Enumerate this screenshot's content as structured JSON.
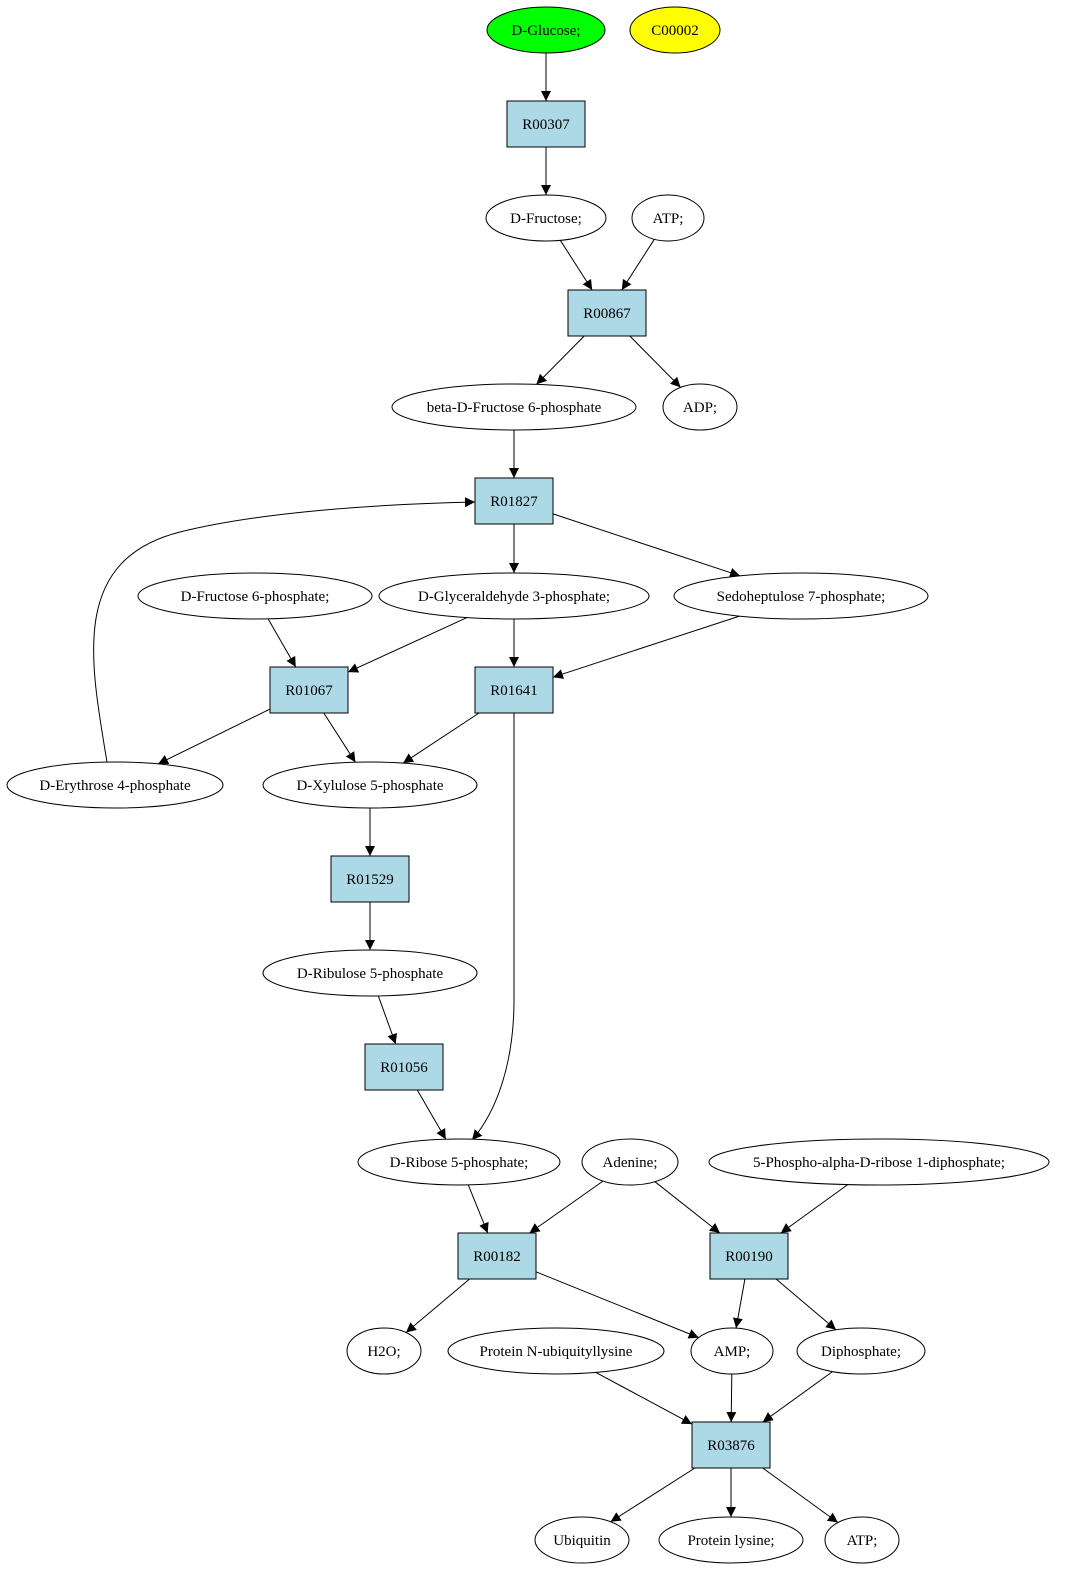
{
  "nodes": {
    "glucose": {
      "label": "D-Glucose;",
      "kind": "compound",
      "fill": "#00ff00"
    },
    "c00002": {
      "label": "C00002",
      "kind": "compound",
      "fill": "#ffff00"
    },
    "r00307": {
      "label": "R00307",
      "kind": "reaction"
    },
    "fructose": {
      "label": "D-Fructose;",
      "kind": "compound"
    },
    "atp1": {
      "label": "ATP;",
      "kind": "compound"
    },
    "r00867": {
      "label": "R00867",
      "kind": "reaction"
    },
    "bdf6p": {
      "label": "beta-D-Fructose 6-phosphate",
      "kind": "compound"
    },
    "adp": {
      "label": "ADP;",
      "kind": "compound"
    },
    "r01827": {
      "label": "R01827",
      "kind": "reaction"
    },
    "df6p": {
      "label": "D-Fructose 6-phosphate;",
      "kind": "compound"
    },
    "g3p": {
      "label": "D-Glyceraldehyde 3-phosphate;",
      "kind": "compound"
    },
    "s7p": {
      "label": "Sedoheptulose 7-phosphate;",
      "kind": "compound"
    },
    "r01067": {
      "label": "R01067",
      "kind": "reaction"
    },
    "r01641": {
      "label": "R01641",
      "kind": "reaction"
    },
    "e4p": {
      "label": "D-Erythrose 4-phosphate",
      "kind": "compound"
    },
    "x5p": {
      "label": "D-Xylulose 5-phosphate",
      "kind": "compound"
    },
    "r01529": {
      "label": "R01529",
      "kind": "reaction"
    },
    "ru5p": {
      "label": "D-Ribulose 5-phosphate",
      "kind": "compound"
    },
    "r01056": {
      "label": "R01056",
      "kind": "reaction"
    },
    "r5p": {
      "label": "D-Ribose 5-phosphate;",
      "kind": "compound"
    },
    "adenine": {
      "label": "Adenine;",
      "kind": "compound"
    },
    "prpp": {
      "label": "5-Phospho-alpha-D-ribose 1-diphosphate;",
      "kind": "compound"
    },
    "r00182": {
      "label": "R00182",
      "kind": "reaction"
    },
    "r00190": {
      "label": "R00190",
      "kind": "reaction"
    },
    "h2o": {
      "label": "H2O;",
      "kind": "compound"
    },
    "pnub": {
      "label": "Protein N-ubiquityllysine",
      "kind": "compound"
    },
    "amp": {
      "label": "AMP;",
      "kind": "compound"
    },
    "ppi": {
      "label": "Diphosphate;",
      "kind": "compound"
    },
    "r03876": {
      "label": "R03876",
      "kind": "reaction"
    },
    "ubiquitin": {
      "label": "Ubiquitin",
      "kind": "compound"
    },
    "plys": {
      "label": "Protein lysine;",
      "kind": "compound"
    },
    "atp2": {
      "label": "ATP;",
      "kind": "compound"
    }
  },
  "edges": [
    [
      "glucose",
      "r00307"
    ],
    [
      "r00307",
      "fructose"
    ],
    [
      "fructose",
      "r00867"
    ],
    [
      "atp1",
      "r00867"
    ],
    [
      "r00867",
      "bdf6p"
    ],
    [
      "r00867",
      "adp"
    ],
    [
      "bdf6p",
      "r01827"
    ],
    [
      "e4p",
      "r01827"
    ],
    [
      "r01827",
      "g3p"
    ],
    [
      "r01827",
      "s7p"
    ],
    [
      "df6p",
      "r01067"
    ],
    [
      "g3p",
      "r01067"
    ],
    [
      "g3p",
      "r01641"
    ],
    [
      "s7p",
      "r01641"
    ],
    [
      "r01067",
      "e4p"
    ],
    [
      "r01067",
      "x5p"
    ],
    [
      "r01641",
      "x5p"
    ],
    [
      "r01641",
      "r5p"
    ],
    [
      "x5p",
      "r01529"
    ],
    [
      "r01529",
      "ru5p"
    ],
    [
      "ru5p",
      "r01056"
    ],
    [
      "r01056",
      "r5p"
    ],
    [
      "r5p",
      "r00182"
    ],
    [
      "adenine",
      "r00182"
    ],
    [
      "adenine",
      "r00190"
    ],
    [
      "prpp",
      "r00190"
    ],
    [
      "r00182",
      "h2o"
    ],
    [
      "r00182",
      "amp"
    ],
    [
      "r00190",
      "amp"
    ],
    [
      "r00190",
      "ppi"
    ],
    [
      "pnub",
      "r03876"
    ],
    [
      "amp",
      "r03876"
    ],
    [
      "ppi",
      "r03876"
    ],
    [
      "r03876",
      "ubiquitin"
    ],
    [
      "r03876",
      "plys"
    ],
    [
      "r03876",
      "atp2"
    ]
  ]
}
